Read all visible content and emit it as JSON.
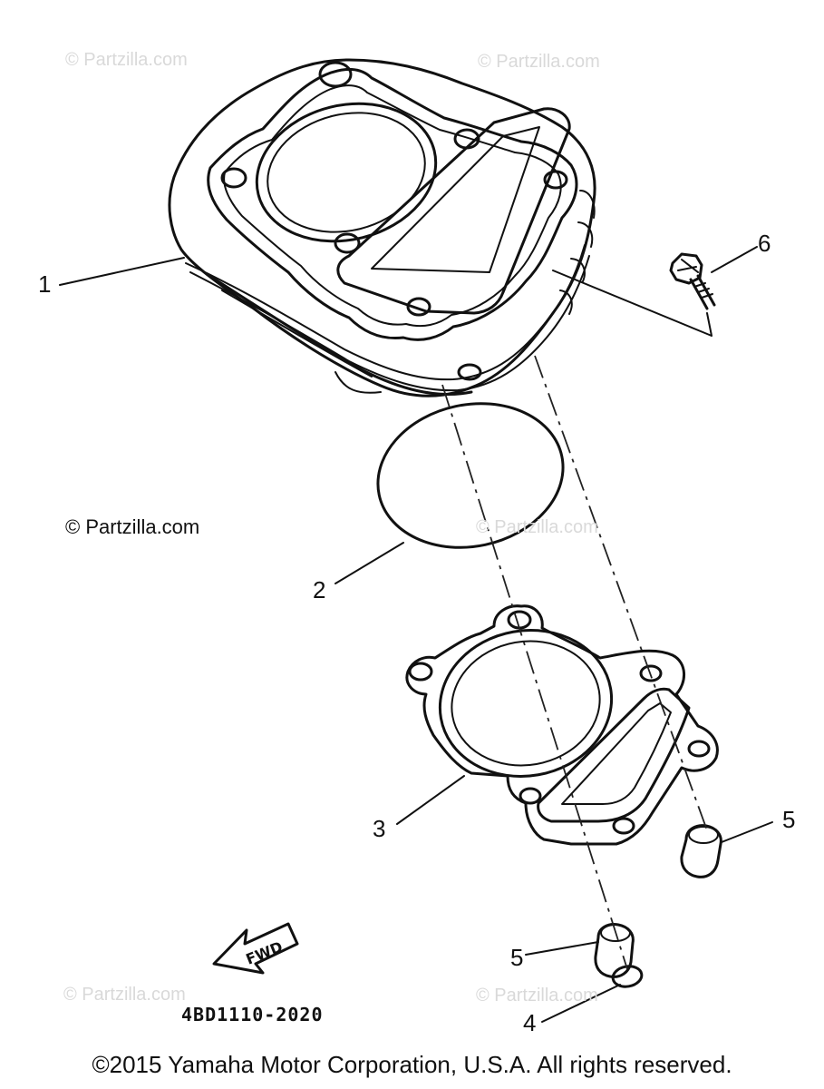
{
  "watermarks": {
    "main": "© Partzilla.com",
    "faint": "© Partzilla.com"
  },
  "callouts": {
    "c1": "1",
    "c2": "2",
    "c3": "3",
    "c4": "4",
    "c5a": "5",
    "c5b": "5",
    "c6": "6"
  },
  "fwd_arrow": {
    "text": "FWD"
  },
  "diagram_code": "4BD1110-2020",
  "copyright": "©2015 Yamaha Motor Corporation, U.S.A. All rights reserved."
}
